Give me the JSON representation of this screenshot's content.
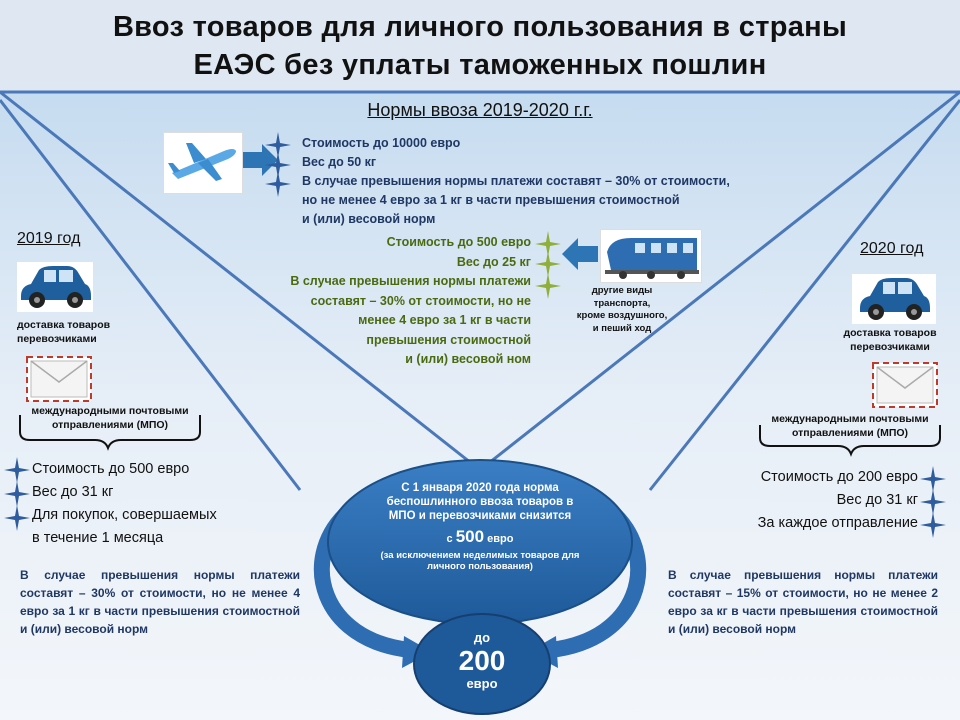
{
  "title_line1": "Ввоз товаров для личного пользования в страны",
  "title_line2": "ЕАЭС без уплаты таможенных пошлин",
  "subtitle": "Нормы ввоза 2019-2020 г.г.",
  "air": {
    "icon": "airplane-icon",
    "lines": [
      "Стоимость до 10000 евро",
      "Вес до 50 кг",
      "В случае превышения нормы платежи составят – 30% от стоимости,",
      "но не менее 4 евро за 1 кг в части превышения стоимостной",
      "и (или) весовой норм"
    ]
  },
  "ground": {
    "icon": "train-icon",
    "lines": [
      "Стоимость до 500 евро",
      "Вес до 25 кг",
      "В случае превышения нормы платежи",
      "составят – 30% от стоимости, но не",
      "менее 4 евро за 1 кг в части",
      "превышения стоимостной",
      "и (или) весовой ном"
    ],
    "caption": [
      "другие виды",
      "транспорта,",
      "кроме воздушного,",
      "и пеший ход"
    ]
  },
  "left": {
    "year": "2019 год",
    "car_label": [
      "доставка товаров",
      "перевозчиками"
    ],
    "mail_label": [
      "международными почтовыми",
      "отправлениями (МПО)"
    ],
    "items": [
      "Стоимость до 500 евро",
      "Вес до 31 кг",
      "Для покупок, совершаемых",
      "в течение 1 месяца"
    ],
    "paragraph": "В случае превышения нормы платежи составят – 30% от стоимости, но не менее 4 евро за 1 кг в части превышения стоимостной и (или) весовой норм"
  },
  "right": {
    "year": "2020 год",
    "car_label": [
      "доставка товаров",
      "перевозчиками"
    ],
    "mail_label": [
      "международными почтовыми",
      "отправлениями (МПО)"
    ],
    "items": [
      "Стоимость до 200 евро",
      "Вес до 31 кг",
      "За каждое отправление"
    ],
    "paragraph": "В случае превышения нормы платежи составят – 15% от стоимости, но не менее 2 евро за кг в части превышения стоимостной и (или) весовой норм"
  },
  "oval": {
    "text": "С 1 января 2020 года норма беспошлинного ввоза товаров в МПО и перевозчиками снизится",
    "from_prefix": "с",
    "amount": "500",
    "currency": "евро",
    "note": "(за исключением неделимых товаров для личного пользования)"
  },
  "circle": {
    "prefix": "до",
    "amount": "200",
    "currency": "евро"
  },
  "colors": {
    "accent_blue": "#2e75b6",
    "dark_blue": "#1f3864",
    "green": "#6b8e23"
  }
}
